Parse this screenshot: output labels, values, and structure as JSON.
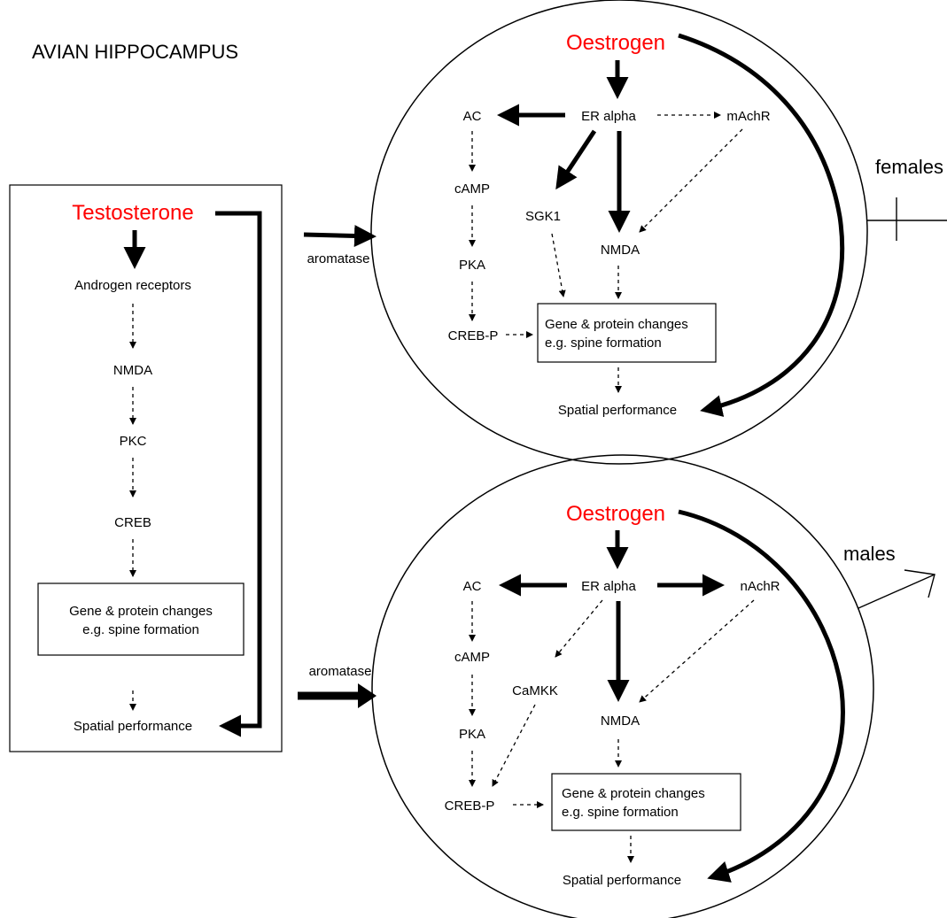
{
  "title": "AVIAN HIPPOCAMPUS",
  "colors": {
    "hormone": "#ff0000",
    "ink": "#000000"
  },
  "left_panel": {
    "hormone": "Testosterone",
    "androgen_receptors": "Androgen receptors",
    "nmda": "NMDA",
    "pkc": "PKC",
    "creb": "CREB",
    "gene_line1": "Gene & protein changes",
    "gene_line2": "e.g. spine formation",
    "spatial": "Spatial performance"
  },
  "aromatase_top": "aromatase",
  "aromatase_bottom": "aromatase",
  "female_panel": {
    "hormone": "Oestrogen",
    "ac": "AC",
    "er_alpha": "ER alpha",
    "machr": "mAchR",
    "camp": "cAMP",
    "sgk1": "SGK1",
    "nmda": "NMDA",
    "pka": "PKA",
    "creb_p": "CREB-P",
    "gene_line1": "Gene & protein changes",
    "gene_line2": "e.g. spine formation",
    "spatial": "Spatial performance",
    "sex_label": "females"
  },
  "male_panel": {
    "hormone": "Oestrogen",
    "ac": "AC",
    "er_alpha": "ER alpha",
    "nachr": "nAchR",
    "camp": "cAMP",
    "camkk": "CaMKK",
    "nmda": "NMDA",
    "pka": "PKA",
    "creb_p": "CREB-P",
    "gene_line1": "Gene & protein changes",
    "gene_line2": "e.g. spine formation",
    "spatial": "Spatial performance",
    "sex_label": "males"
  }
}
